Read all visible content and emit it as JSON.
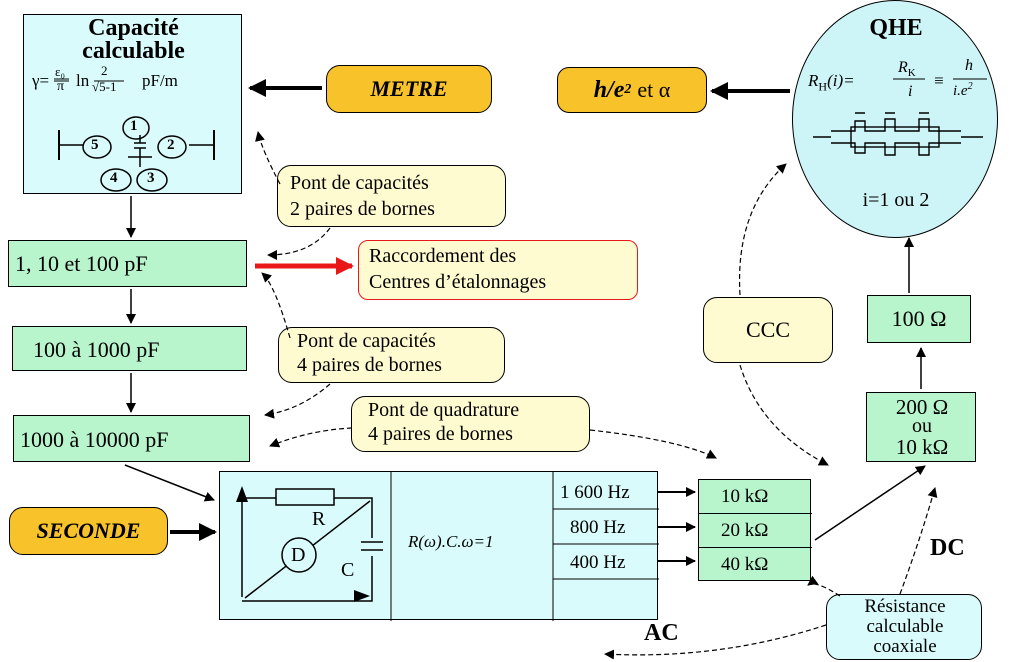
{
  "capacite": {
    "title_line1": "Capacité",
    "title_line2": "calculable",
    "formula_prefix": "γ=",
    "frac_num": "ε₀",
    "frac_den": "π",
    "ln": "ln",
    "ln_num": "2",
    "ln_den": "√5-1",
    "unit": "pF/m",
    "electrodes": [
      "1",
      "2",
      "3",
      "4",
      "5"
    ]
  },
  "metre": "METRE",
  "seconde": "SECONDE",
  "he2": {
    "main": "h/e",
    "sup": "2",
    "suffix": "et α"
  },
  "qhe": {
    "title": "QHE",
    "formula_lhs": "R",
    "formula_lhs_sub": "H",
    "formula_arg": "(i)=",
    "rk": "R",
    "rk_sub": "K",
    "rk_den": "i",
    "equiv": "≡",
    "h_num": "h",
    "h_den": "i.e",
    "h_den_sup": "2",
    "footer": "i=1 ou 2"
  },
  "capacitors": {
    "c1": "1, 10 et 100 pF",
    "c2": "100 à 1000 pF",
    "c3": "1000 à 10000 pF"
  },
  "bridges": {
    "pont2_line1": "Pont de capacités",
    "pont2_line2": "2 paires de bornes",
    "pont4_line1": "Pont de capacités",
    "pont4_line2": "4 paires de bornes",
    "quad_line1": "Pont de quadrature",
    "quad_line2": "4 paires de bornes"
  },
  "raccordement": {
    "line1": "Raccordement des",
    "line2": "Centres d’étalonnages"
  },
  "circuit": {
    "r": "R",
    "c": "C",
    "d": "D",
    "equation": "R(ω).C.ω=1",
    "freqs": [
      "1 600 Hz",
      "800 Hz",
      "400 Hz"
    ]
  },
  "resistors": [
    "10  kΩ",
    "20  kΩ",
    "40  kΩ"
  ],
  "ccc": "CCC",
  "r100": "100 Ω",
  "r200": {
    "line1": "200 Ω",
    "line2": "ou",
    "line3": "10 kΩ"
  },
  "dc": "DC",
  "ac": "AC",
  "resistance_calc": {
    "line1": "Résistance",
    "line2": "calculable",
    "line3": "coaxiale"
  },
  "colors": {
    "teal": "#d9fbfb",
    "green": "#b8f5cc",
    "cream": "#fffbd0",
    "orange": "#f7c22a",
    "red": "#e81818"
  }
}
